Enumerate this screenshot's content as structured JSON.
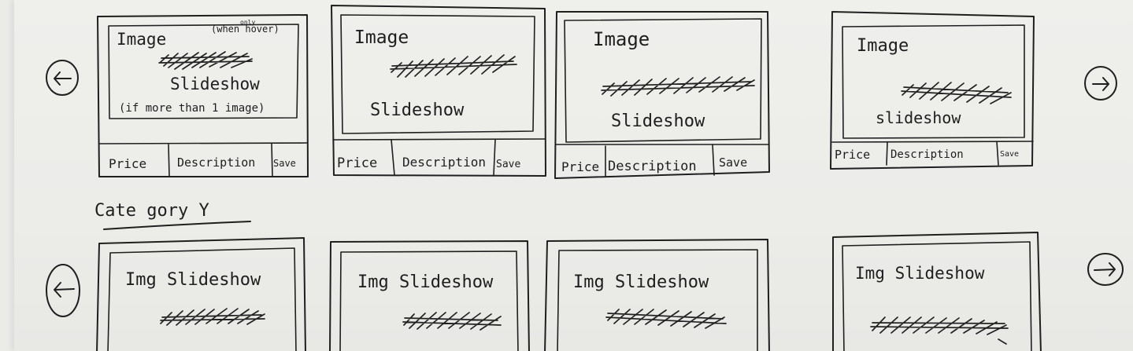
{
  "category_y": {
    "label": "Cate gory Y"
  },
  "carousel_1": {
    "cards": [
      {
        "image_label": "Image",
        "hover_note": "(when hover)",
        "only_note": "only",
        "slideshow_label": "Slideshow",
        "slideshow_note": "(if more than 1 image)",
        "price_label": "Price",
        "description_label": "Description",
        "save_label": "Save"
      },
      {
        "image_label": "Image",
        "slideshow_label": "Slideshow",
        "price_label": "Price",
        "description_label": "Description",
        "save_label": "Save"
      },
      {
        "image_label": "Image",
        "slideshow_label": "Slideshow",
        "price_label": "Price",
        "description_label": "Description",
        "save_label": "Save"
      },
      {
        "image_label": "Image",
        "slideshow_label": "slideshow",
        "price_label": "Price",
        "description_label": "Description",
        "save_label": "Save"
      }
    ]
  },
  "carousel_2": {
    "cards": [
      {
        "image_label": "Img Slideshow"
      },
      {
        "image_label": "Img Slideshow"
      },
      {
        "image_label": "Img Slideshow"
      },
      {
        "image_label": "Img Slideshow"
      }
    ]
  },
  "icons": {
    "prev": "left-arrow-icon",
    "next": "right-arrow-icon"
  }
}
